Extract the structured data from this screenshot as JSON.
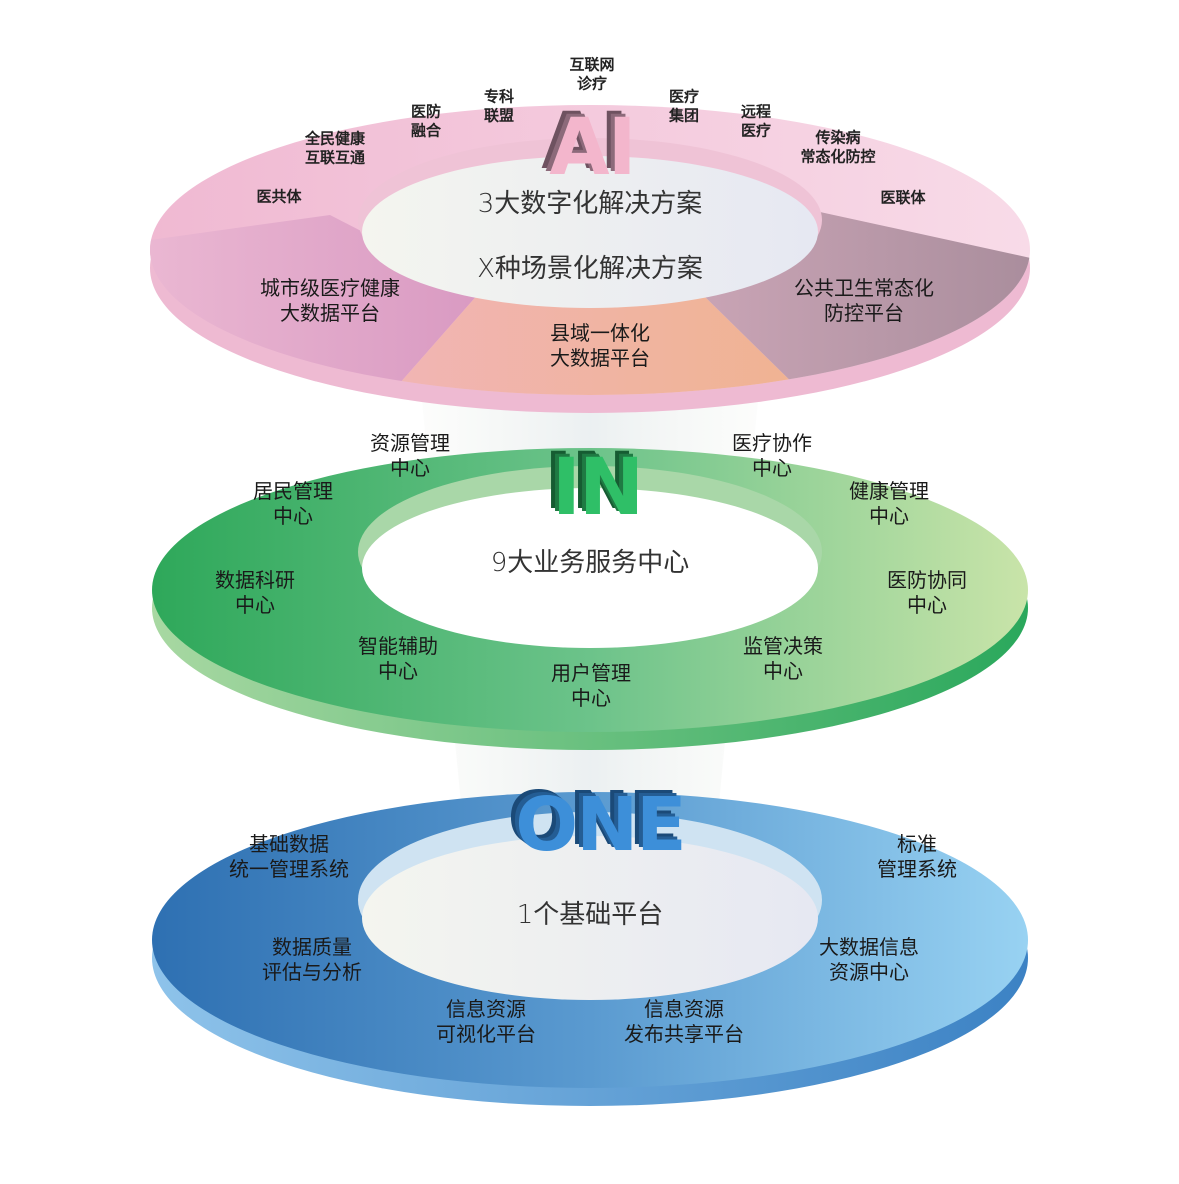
{
  "colors": {
    "ai_ring": "#f2bfd6",
    "ai_ring_light": "#f8d7e6",
    "ai_seg_left": "#e2a6c8",
    "ai_seg_mid": "#efb3a0",
    "ai_seg_right": "#b897a8",
    "in_ring_dark": "#2ea85a",
    "in_ring_light": "#c7e3a8",
    "one_ring_dark": "#2f74b5",
    "one_ring_light": "#93cdef",
    "ai_logo": "#f3b6cc",
    "in_logo": "#2fbf67",
    "one_logo": "#3d8fd9"
  },
  "layers": {
    "ai": {
      "logo": "AI",
      "center_lines": [
        "3大数字化解决方案",
        "X种场景化解决方案"
      ],
      "scenarios": [
        {
          "label": "互联网\n诊疗"
        },
        {
          "label": "专科\n联盟"
        },
        {
          "label": "医防\n融合"
        },
        {
          "label": "全民健康\n互联互通"
        },
        {
          "label": "医共体"
        },
        {
          "label": "医疗\n集团"
        },
        {
          "label": "远程\n医疗"
        },
        {
          "label": "传染病\n常态化防控"
        },
        {
          "label": "医联体"
        }
      ],
      "solutions": [
        {
          "label": "城市级医疗健康\n大数据平台"
        },
        {
          "label": "县域一体化\n大数据平台"
        },
        {
          "label": "公共卫生常态化\n防控平台"
        }
      ]
    },
    "in": {
      "logo": "IN",
      "center": "9大业务服务中心",
      "centers": [
        {
          "label": "资源管理\n中心"
        },
        {
          "label": "医疗协作\n中心"
        },
        {
          "label": "居民管理\n中心"
        },
        {
          "label": "健康管理\n中心"
        },
        {
          "label": "数据科研\n中心"
        },
        {
          "label": "医防协同\n中心"
        },
        {
          "label": "智能辅助\n中心"
        },
        {
          "label": "监管决策\n中心"
        },
        {
          "label": "用户管理\n中心"
        }
      ]
    },
    "one": {
      "logo": "ONE",
      "center": "1个基础平台",
      "systems": [
        {
          "label": "基础数据\n统一管理系统"
        },
        {
          "label": "标准\n管理系统"
        },
        {
          "label": "数据质量\n评估与分析"
        },
        {
          "label": "大数据信息\n资源中心"
        },
        {
          "label": "信息资源\n可视化平台"
        },
        {
          "label": "信息资源\n发布共享平台"
        }
      ]
    }
  }
}
